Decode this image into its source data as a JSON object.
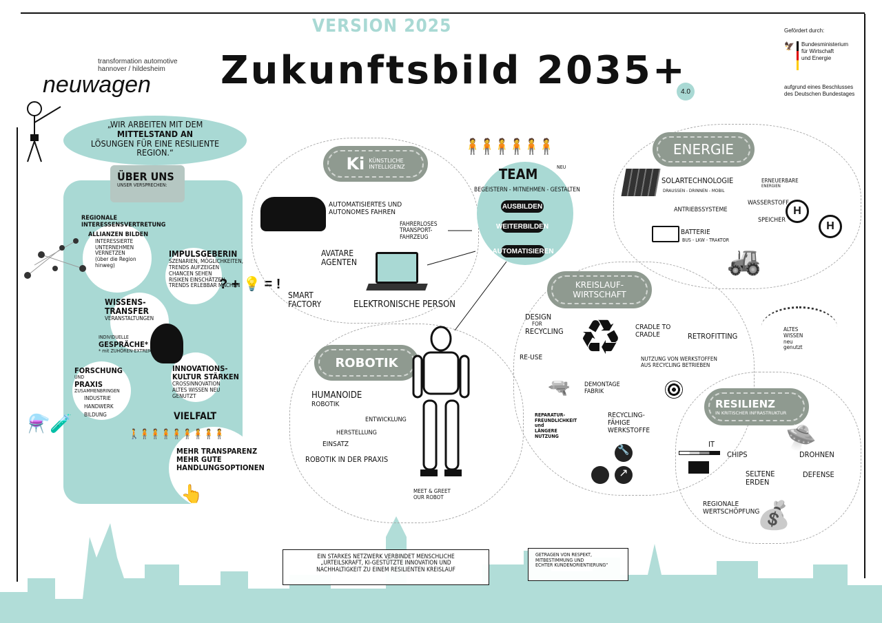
{
  "header": {
    "version": "VERSION 2025",
    "title": "Zukunftsbild 2035+",
    "badge": "4.0"
  },
  "logo": {
    "tagline_1": "transformation automotive",
    "tagline_2": "hannover / hildesheim",
    "name_a": "neu",
    "name_b": "wagen"
  },
  "funding": {
    "label": "Gefördert durch:",
    "ministry": [
      "Bundesministerium",
      "für Wirtschaft",
      "und Energie"
    ],
    "note": [
      "aufgrund eines Beschlusses",
      "des Deutschen Bundestages"
    ]
  },
  "quote": [
    "„WIR ARBEITEN MIT DEM",
    "MITTELSTAND AN",
    "LÖSUNGEN FÜR EINE RESILIENTE",
    "REGION.“"
  ],
  "about": {
    "title": "ÜBER UNS",
    "subtitle": "UNSER VERSPRECHEN:",
    "regional": [
      "REGIONALE",
      "INTERESSENSVERTRETUNG"
    ],
    "alliances": "ALLIANZEN BILDEN",
    "alliances_sub": [
      "INTERESSIERTE",
      "UNTERNEHMEN",
      "VERNETZEN",
      "(über die Region",
      "hinweg)"
    ],
    "impuls": "IMPULSGEBERIN",
    "impuls_sub": [
      "SZENARIEN, MÖGLICHKEITEN,",
      "TRENDS AUFZEIGEN",
      "CHANCEN sehen",
      "RISIKEN einschätzen",
      "TRENDS erlebbar machen"
    ],
    "formula": "? + 💡 = !",
    "wissen": [
      "WISSENS-",
      "TRANSFER"
    ],
    "wissen_sub": "VERANSTALTUNGEN",
    "gespraeche": [
      "INDIVIDUELLE",
      "GESPRÄCHE*",
      "* mit ZUHÖREN-EXTREM"
    ],
    "forschung": [
      "FORSCHUNG",
      "UND",
      "PRAXIS",
      "ZUSAMMENBRINGEN"
    ],
    "forschung_sub": [
      "INDUSTRIE",
      "HANDWERK",
      "BILDUNG"
    ],
    "innovation": [
      "INNOVATIONS-",
      "KULTUR stärken"
    ],
    "innovation_sub": [
      "CROSSINNOVATION",
      "ALTES WISSEN NEU",
      "GENUTZT"
    ],
    "vielfalt": "VIELFALT",
    "transparenz": [
      "MEHR TRANSPARENZ",
      "MEHR GUTE",
      "HANDLUNGSOPTIONEN"
    ]
  },
  "ki": {
    "mark": "Ki",
    "title": [
      "KÜNSTLICHE",
      "INTELLIGENZ"
    ],
    "auto": [
      "AUTOMATISIERTES UND",
      "AUTONOMES FAHREN"
    ],
    "fts": [
      "FAHRERLOSES",
      "TRANSPORT-",
      "FAHRZEUG"
    ],
    "avatar": [
      "AVATARE",
      "AGENTEN"
    ],
    "smart": [
      "SMART",
      "FACTORY"
    ],
    "person": "ELEKTRONISCHE PERSON"
  },
  "team": {
    "title": "TEAM",
    "neu": "NEU",
    "motto": "BEGEISTERN - MITNEHMEN - GESTALTEN",
    "buttons": [
      "AUSBILDEN",
      "WEITERBILDEN",
      "AUTOMATISIEREN"
    ]
  },
  "robotik": {
    "title": "ROBOTIK",
    "humanoide": [
      "HUMANOIDE",
      "ROBOTIK"
    ],
    "steps": [
      "ENTWICKLUNG",
      "HERSTELLUNG",
      "EINSATZ"
    ],
    "praxis": "ROBOTIK IN DER PRAXIS",
    "meet": [
      "MEET & GREET",
      "OUR ROBOT"
    ]
  },
  "energie": {
    "title": "ENERGIE",
    "solar": "SOLARTECHNOLOGIE",
    "solar_sub": "DRAUßEN - DRINNEN - MOBIL",
    "erneuerbar": [
      "ERNEUERBARE",
      "ENERGIEN"
    ],
    "wasserstoff": "WASSERSTOFF",
    "antrieb": "ANTRIEBSSYSTEME",
    "speicher": "SPEICHER",
    "batterie": "BATTERIE",
    "batterie_sub": "BUS - LKW - TRAKTOR",
    "h": "H"
  },
  "kreislauf": {
    "title": [
      "KREISLAUF-",
      "WIRTSCHAFT"
    ],
    "design": [
      "DESIGN",
      "FOR",
      "RECYCLING"
    ],
    "cradle": [
      "CRADLE TO",
      "CRADLE"
    ],
    "retro": "RETROFITTING",
    "reuse": "RE-USE",
    "nutzung": [
      "NUTZUNG von WERKSTOFFEN",
      "AUS RECYCLING BETRIEBEN"
    ],
    "demontage": [
      "DEMONTAGE",
      "FABRIK"
    ],
    "reparatur": [
      "REPARATUR-",
      "FREUNDLICHKEIT",
      "und",
      "LÄNGERE",
      "NUTZUNG"
    ],
    "werkstoffe": [
      "RECYCLING-",
      "FÄHIGE",
      "WERKSTOFFE"
    ],
    "altes": [
      "ALTES",
      "WISSEN",
      "neu",
      "genutzt"
    ]
  },
  "resilienz": {
    "title": "RESILIENZ",
    "subtitle": "IN KRITISCHER INFRASTRUKTUR",
    "it": "IT",
    "chips": "CHIPS",
    "drohnen": "DROHNEN",
    "erden": [
      "SELTENE",
      "ERDEN"
    ],
    "defense": "DEFENSE",
    "wert": [
      "REGIONALE",
      "WERTSCHÖPFUNG"
    ]
  },
  "footer": {
    "bubble1": [
      "EIN STARKES NETZWERK VERBINDET MENSCHLICHE",
      "„URTEILSKRAFT, KI-GESTÜTZTE INNOVATION UND",
      "NACHHALTIGKEIT ZU EINEM RESILIENTEN KREISLAUF"
    ],
    "bubble2": [
      "GETRAGEN VON RESPEKT,",
      "MITBESTIMMUNG UND",
      "ECHTER KUNDENORIENTIERUNG“"
    ]
  },
  "colors": {
    "teal": "#a9d9d4",
    "pill": "#8f9a90",
    "ink": "#111111"
  }
}
